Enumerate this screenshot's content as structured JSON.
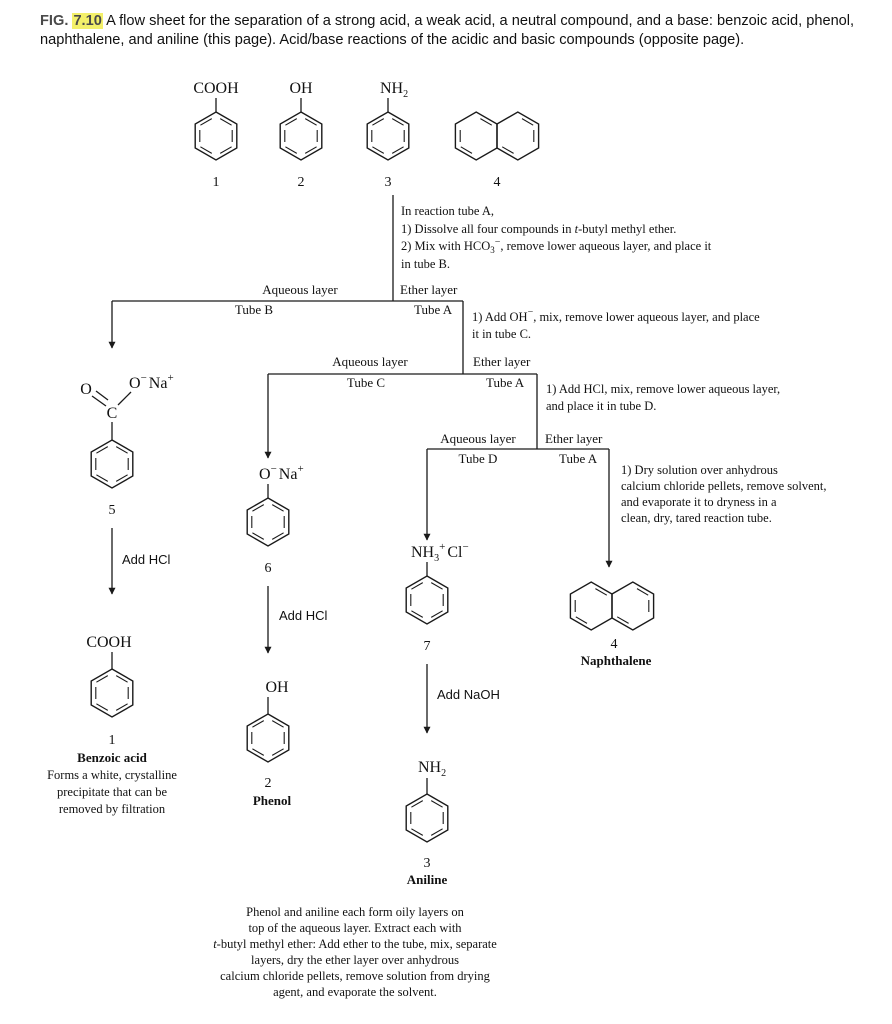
{
  "caption": {
    "label": "FIG. ",
    "number": "7.10",
    "text": " A flow sheet for the separation of a strong acid, a weak acid, a neutral compound, and a base: benzoic acid, phenol, naphthalene, and aniline (this page). Acid/base reactions of the acidic and basic compounds (opposite page)."
  },
  "start": {
    "cooh": "COOH",
    "oh": "OH",
    "nh2": "NH",
    "nh2_sub": "2",
    "n1": "1",
    "n2": "2",
    "n3": "3",
    "n4": "4"
  },
  "step1": {
    "l1": "In reaction tube A,",
    "l2a": "1)  Dissolve all four compounds in ",
    "l2b": "t",
    "l2c": "-butyl methyl ether.",
    "l3a": "2)  Mix with HCO",
    "l3sub": "3",
    "l3sup": "−",
    "l3b": ", remove lower aqueous layer, and place it",
    "l4": "in tube B."
  },
  "split1": {
    "aqueous": "Aqueous layer",
    "tube_b": "Tube B",
    "ether": "Ether layer",
    "tube_a": "Tube A"
  },
  "step2": {
    "l1a": "1)  Add OH",
    "l1sup": "−",
    "l1b": ", mix, remove lower aqueous layer, and place",
    "l2": "it in tube C."
  },
  "split2": {
    "aqueous": "Aqueous layer",
    "tube_c": "Tube C",
    "ether": "Ether layer",
    "tube_a": "Tube A"
  },
  "step3": {
    "l1": "1)  Add HCl, mix, remove lower aqueous layer,",
    "l2": "and place it in tube D."
  },
  "split3": {
    "aqueous": "Aqueous layer",
    "tube_d": "Tube D",
    "ether": "Ether layer",
    "tube_a": "Tube A"
  },
  "step4": {
    "l1": "1)  Dry solution over anhydrous",
    "l2": "calcium chloride pellets, remove solvent,",
    "l3": "and evaporate it to dryness in a",
    "l4": "clean, dry, tared reaction tube."
  },
  "salt5": {
    "o_left": "O",
    "o_minus": "O",
    "minus": "−",
    "na": "Na",
    "plus": "+",
    "c": "C",
    "n": "5"
  },
  "salt6": {
    "o": "O",
    "minus": "−",
    "na": "Na",
    "plus": "+",
    "n": "6"
  },
  "salt7": {
    "nh3": "NH",
    "sub": "3",
    "plus": "+",
    "cl": "Cl",
    "minus": "−",
    "n": "7"
  },
  "reagents": {
    "hcl_1": "Add HCl",
    "hcl_2": "Add HCl",
    "naoh": "Add NaOH"
  },
  "prod1": {
    "cooh": "COOH",
    "n": "1",
    "name": "Benzoic acid",
    "d1": "Forms a white, crystalline",
    "d2": "precipitate that can be",
    "d3": "removed by filtration"
  },
  "prod2": {
    "oh": "OH",
    "n": "2",
    "name": "Phenol"
  },
  "prod3": {
    "nh2": "NH",
    "sub": "2",
    "n": "3",
    "name": "Aniline"
  },
  "prod4": {
    "n": "4",
    "name": "Naphthalene"
  },
  "note": {
    "l1": "Phenol and aniline each form oily layers on",
    "l2": "top of the aqueous layer. Extract each with",
    "l3a": "t",
    "l3b": "-butyl methyl ether: Add ether to the tube, mix, separate",
    "l4": "layers, dry the ether layer over anhydrous",
    "l5": "calcium chloride pellets, remove solution from drying",
    "l6": "agent, and evaporate the solvent."
  }
}
